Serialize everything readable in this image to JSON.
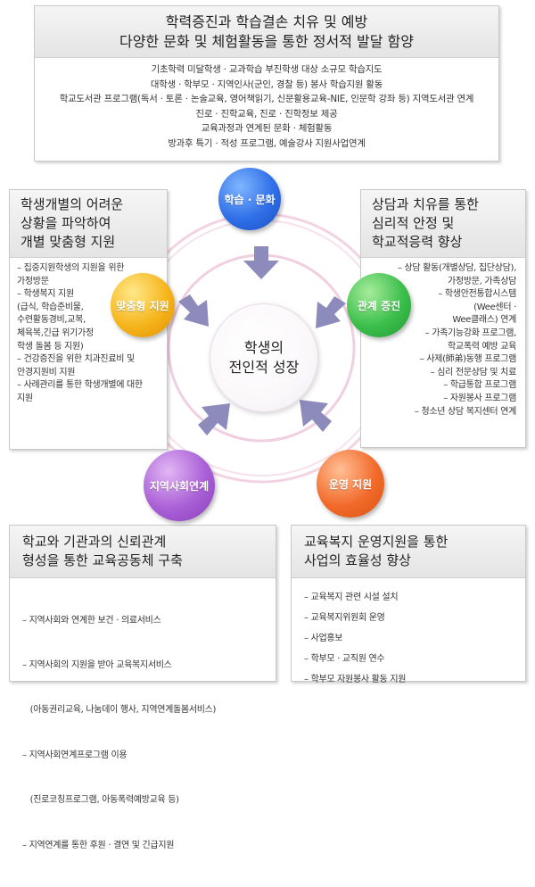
{
  "top": {
    "title_lines": [
      "학력증진과 학습결손 치유 및 예방",
      "다양한 문화 및 체험활동을 통한 정서적 발달 함양"
    ],
    "items": [
      "기초학력 미달학생 · 교과학습 부진학생 대상 소규모 학습지도",
      "대학생 · 학부모 · 지역인사(군인, 경찰 등) 봉사 학습지원 활동",
      "학교도서관 프로그램(독서 · 토론 · 논술교육, 영어책읽기, 신문활용교육-NIE, 인문학 강좌 등) 지역도서관 연계",
      "진로 · 진학교육, 진로 · 진학정보 제공",
      "교육과정과 연계된 문화 · 체험활동",
      "방과후 특기 · 적성 프로그램, 예술강사 지원사업연계"
    ]
  },
  "left": {
    "title_lines": [
      "학생개별의 어려운",
      "상황을 파악하여",
      "개별 맞춤형 지원"
    ],
    "items": [
      "– 집중지원학생의 지원을 위한",
      "   가정방문",
      "– 학생복지 지원",
      "   (급식, 학습준비물,",
      "   수련활동경비,교복,",
      "   체육복,긴급 위기가정",
      "   학생 돌봄 등 지원)",
      "– 건강증진을 위한 치과진료비 및",
      "   안경지원비 지원",
      "– 사례관리를 통한 학생개별에 대한",
      "   지원"
    ]
  },
  "right": {
    "title_lines": [
      "상담과 치유를 통한",
      "심리적 안정 및",
      "학교적응력 향상"
    ],
    "items": [
      "– 상담 활동(개별상담, 집단상담),",
      "가정방문, 가족상담",
      "– 학생안전통합시스템",
      "(Wee센터 ·",
      "Wee클래스) 연계",
      "– 가족기능강화 프로그램,",
      "학교폭력 예방 교육",
      "– 사제(師弟)동행 프로그램",
      "– 심리 전문상담 및 치료",
      "– 학급통합 프로그램",
      "– 자원봉사 프로그램",
      "– 청소년 상담 복지센터 연계"
    ]
  },
  "bottom_left": {
    "title_lines": [
      "학교와 기관과의 신뢰관계",
      "형성을 통한 교육공동체 구축"
    ],
    "items": [
      "– 지역사회와 연계한 보건 · 의료서비스",
      "– 지역사회의 지원을 받아 교육복지서비스",
      "   (아동권리교육, 나눔데이 행사, 지역연계돌봄서비스)",
      "– 지역사회연계프로그램 이용",
      "   (진로코칭프로그램, 아동폭력예방교육 등)",
      "– 지역연계를 통한 후원 · 결연 및 긴급지원"
    ]
  },
  "bottom_right": {
    "title_lines": [
      "교육복지 운영지원을 통한",
      "사업의 효율성 향상"
    ],
    "items": [
      "– 교육복지 관련 시설 설치",
      "– 교육복지위원회 운영",
      "– 사업홍보",
      "– 학부모 · 교직원 연수",
      "– 학부모 자원봉사 활동 지원"
    ]
  },
  "circles": {
    "top": "학습 · 문화",
    "left": "맞춤형 지원",
    "right": "관계 증진",
    "bottom_left": "지역사회연계",
    "bottom_right": "운영 지원",
    "center_lines": [
      "학생의",
      "전인적 성장"
    ]
  },
  "colors": {
    "ring": "#f0c8dc",
    "arrow": "#8a88b8",
    "learning": "#2f6fe8",
    "custom": "#f6b51c",
    "relation": "#3cbf4c",
    "community": "#a95fd6",
    "operation": "#f26b2c"
  }
}
